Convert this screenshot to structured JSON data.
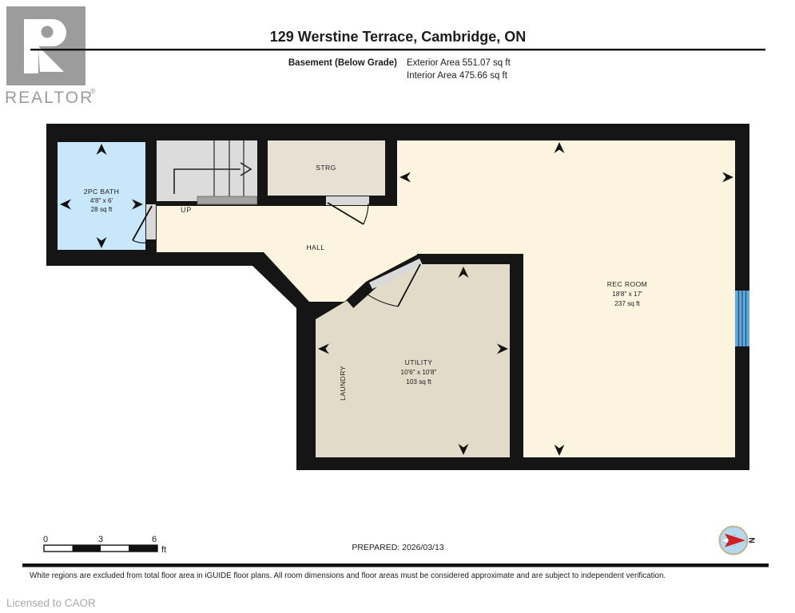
{
  "header": {
    "brand": {
      "logo_letter": "R",
      "name": "REALTOR",
      "registered": "®"
    },
    "title": "129 Werstine Terrace, Cambridge, ON",
    "floor_label": "Basement (Below Grade)",
    "exterior_area": "Exterior Area 551.07 sq ft",
    "interior_area": "Interior Area 475.66 sq ft"
  },
  "plan": {
    "rooms": {
      "bath": {
        "name": "2PC BATH",
        "dims": "4'8\" x 6'",
        "area": "28 sq ft"
      },
      "stairs": {
        "direction_label": "UP"
      },
      "storage": {
        "name": "STRG"
      },
      "hall": {
        "name": "HALL"
      },
      "laundry": {
        "name": "LAUNDRY"
      },
      "utility": {
        "name": "UTILITY",
        "dims": "10'6\" x 10'8\"",
        "area": "103 sq ft"
      },
      "rec_room": {
        "name": "REC ROOM",
        "dims": "18'8\" x 17'",
        "area": "237 sq ft"
      }
    },
    "colors": {
      "wall": "#151515",
      "floor": "#fcf4df",
      "wet_room": "#c9e7fa",
      "storage_room": "#e8e0d2",
      "utility_room": "#e3dbca",
      "stairs": "#dcdcdc",
      "landing": "#a3a3a3",
      "door_jamb": "#d9d9d9",
      "window": "#62a8dc",
      "compass_face": "#b5d8ec",
      "compass_ring": "#c2b195",
      "compass_needle": "#cc2026"
    }
  },
  "footer": {
    "scale_bar": {
      "ticks": [
        "0",
        "3",
        "6"
      ],
      "unit": "ft"
    },
    "prepared": "PREPARED: 2026/03/13",
    "compass": {
      "north_label": "N"
    },
    "disclaimer": "White regions are excluded from total floor area in iGUIDE floor plans. All room dimensions and floor areas must be considered approximate and are subject to independent verification.",
    "license": "Licensed to CAOR"
  }
}
